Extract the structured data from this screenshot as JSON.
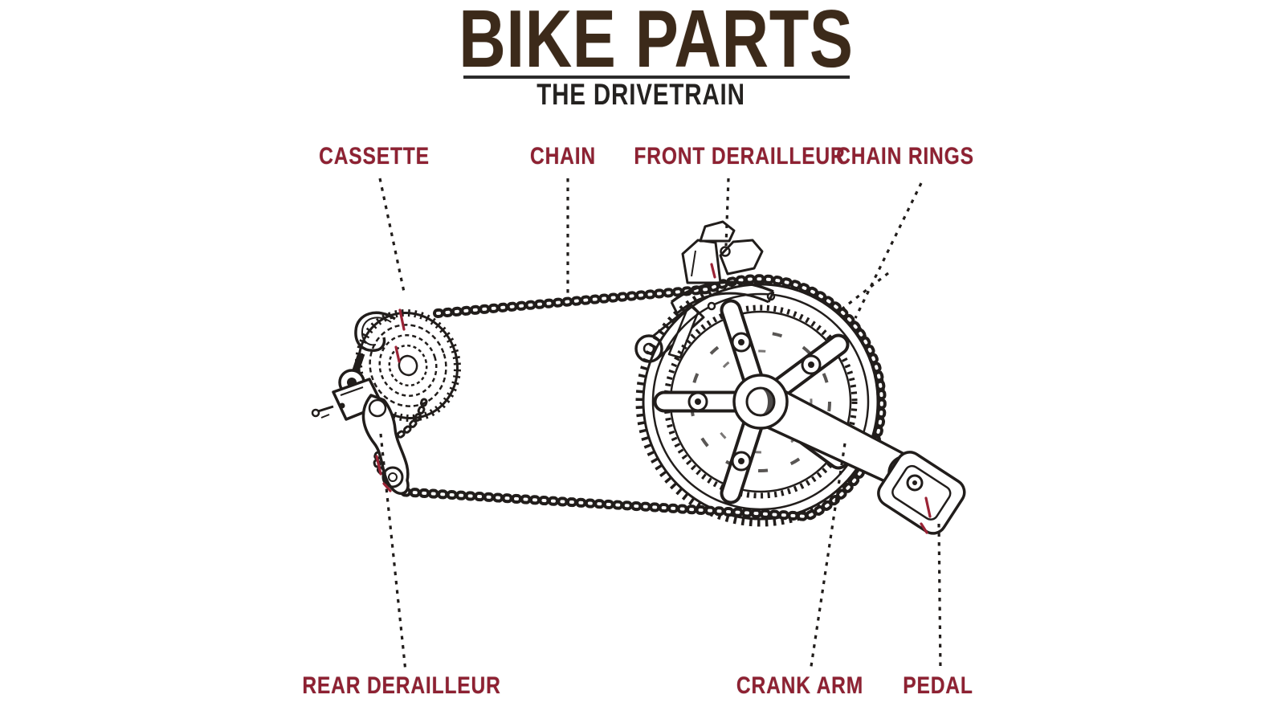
{
  "header": {
    "title": "BIKE PARTS",
    "subtitle": "THE DRIVETRAIN"
  },
  "labels": {
    "cassette": "CASSETTE",
    "chain": "CHAIN",
    "front_derailleur": "FRONT DERAILLEUR",
    "chain_rings": "CHAIN RINGS",
    "rear_derailleur": "REAR DERAILLEUR",
    "crank_arm": "CRANK ARM",
    "pedal": "PEDAL"
  },
  "colors": {
    "background": "#ffffff",
    "ink": "#211d1b",
    "label": "#8e2132",
    "title": "#3c2a1a",
    "subtitle": "#242220",
    "underline": "#2b2b2b",
    "accent": "#9b2335"
  }
}
